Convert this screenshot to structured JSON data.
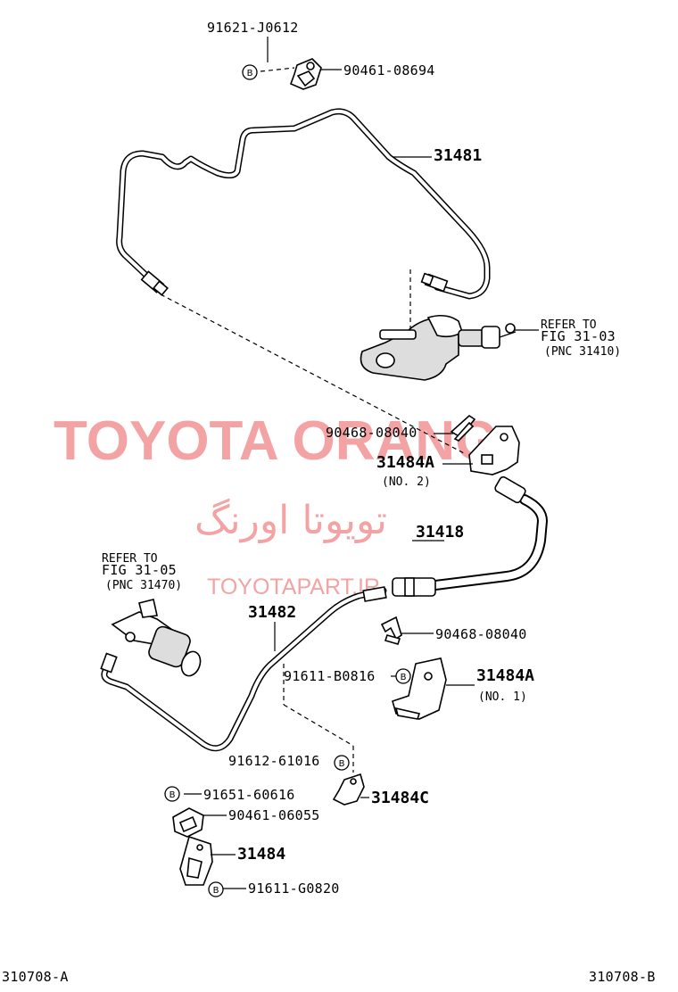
{
  "watermark": {
    "brand": "TOYOTA ORANG",
    "persian": "تویوتا اورنگ",
    "site": "TOYOTAPART.IR"
  },
  "callout_symbol": "B",
  "labels": {
    "p91621": "91621-J0612",
    "p90461_08694": "90461-08694",
    "p31481": "31481",
    "ref1_line1": "REFER TO",
    "ref1_line2": "FIG 31-03",
    "ref1_line3": "(PNC 31410)",
    "p90468_top": "90468-08040",
    "p31484A_no2": "31484A",
    "no2": "(NO. 2)",
    "p31418": "31418",
    "ref2_line1": "REFER TO",
    "ref2_line2": "FIG 31-05",
    "ref2_line3": "(PNC 31470)",
    "p31482": "31482",
    "p90468_mid": "90468-08040",
    "p91611_b": "91611-B0816",
    "p31484A_no1": "31484A",
    "no1": "(NO. 1)",
    "p91612": "91612-61016",
    "p31484C": "31484C",
    "p91651": "91651-60616",
    "p90461_06055": "90461-06055",
    "p31484": "31484",
    "p91611_g": "91611-G0820",
    "footer_left": "310708-A",
    "footer_right": "310708-B"
  }
}
